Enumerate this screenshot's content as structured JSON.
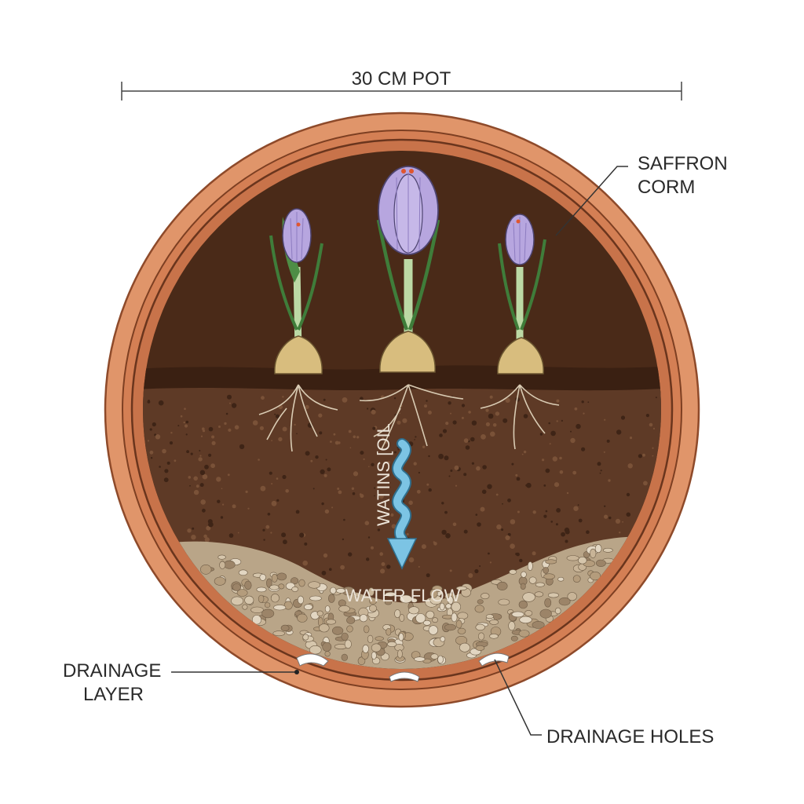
{
  "dimension": {
    "label": "30 CM POT"
  },
  "callouts": {
    "corm": [
      "SAFFRON",
      "CORM"
    ],
    "drainage_layer": [
      "DRAINAGE",
      "LAYER"
    ],
    "drainage_holes": "DRAINAGE HOLES"
  },
  "inside": {
    "vertical_text": "WATINS [OIL",
    "water_flow": "WATER FLOW"
  },
  "colors": {
    "pot": "#d9865a",
    "pot_dark": "#a85a35",
    "soil_top": "#4a2a18",
    "soil": "#5a3826",
    "gravel": "#cbb79c",
    "petal": "#b7a6df",
    "corm": "#d8bd7e",
    "water": "#7cc4e4"
  }
}
